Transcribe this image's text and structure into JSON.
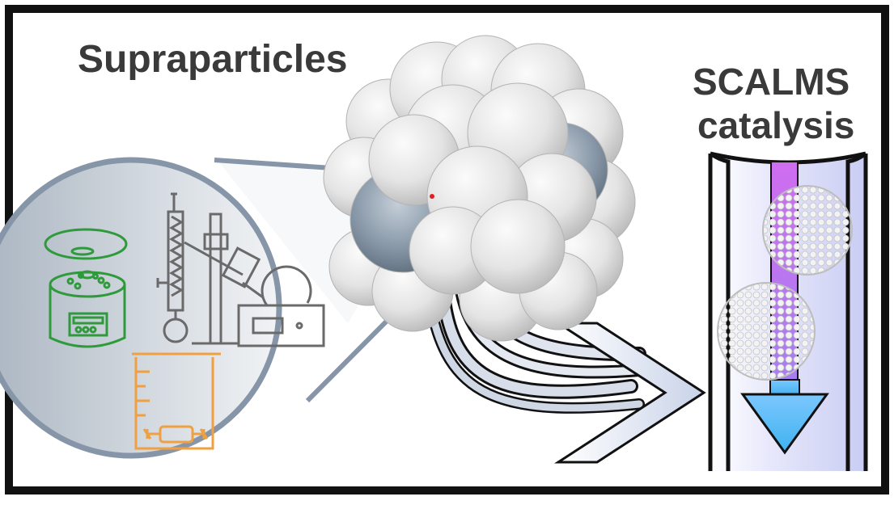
{
  "labels": {
    "supraparticles": "Supraparticles",
    "scalms_line1": "SCALMS",
    "scalms_line2": "catalysis"
  },
  "colors": {
    "frame": "#111111",
    "text": "#3a3a3a",
    "magnifier_fill": "#d6dbe0",
    "magnifier_edge": "#8696a8",
    "centrifuge": "#2f9a3c",
    "rotavap": "#6a6a6a",
    "beaker": "#f0a040",
    "sphere_light": "#e9e9e9",
    "sphere_dark": "#8a9aaa",
    "reactor_fill": "#d9dcf7",
    "reactor_stripe": "#b36be8",
    "flow_arrow": "#57bdf0"
  },
  "icons": [
    "centrifuge-icon",
    "rotary-evaporator-icon",
    "beaker-icon",
    "stir-bar-icon"
  ]
}
